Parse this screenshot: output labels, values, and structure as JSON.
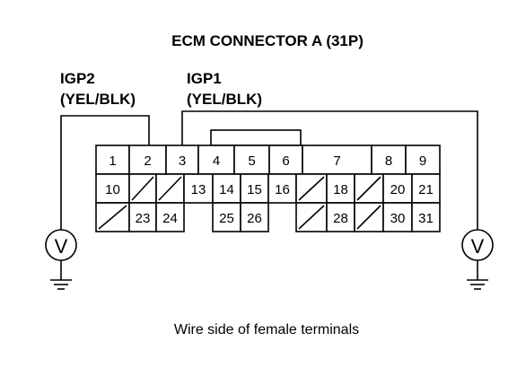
{
  "title": "ECM CONNECTOR A (31P)",
  "left_label": {
    "name": "IGP2",
    "wire": "(YEL/BLK)"
  },
  "right_label": {
    "name": "IGP1",
    "wire": "(YEL/BLK)"
  },
  "meter_symbol": "V",
  "caption": "Wire side of female terminals",
  "pins": {
    "row1": [
      "1",
      "2",
      "3",
      "4",
      "5",
      "6",
      "7",
      "8",
      "9"
    ],
    "row2": [
      "10",
      "13",
      "14",
      "15",
      "16",
      "18",
      "20",
      "21"
    ],
    "row3": [
      "23",
      "24",
      "25",
      "26",
      "28",
      "30",
      "31"
    ]
  }
}
